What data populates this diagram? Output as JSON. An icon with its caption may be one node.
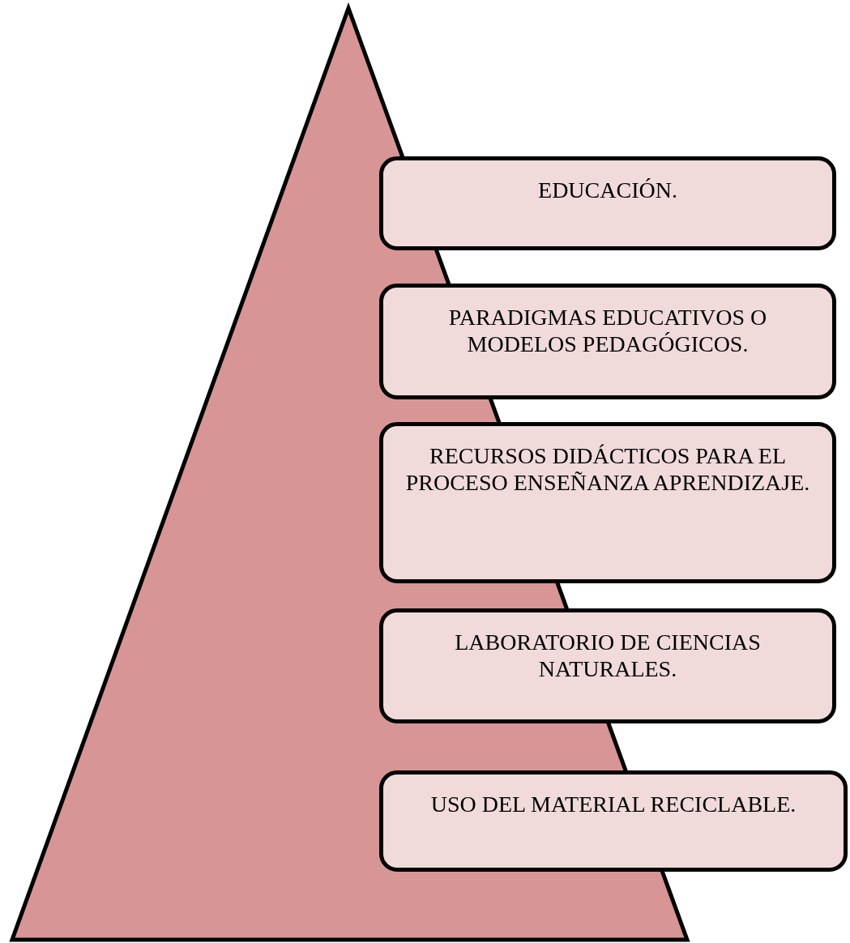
{
  "diagram": {
    "nodes": [
      {
        "text": [
          "EDUCACIÓN."
        ]
      },
      {
        "text": [
          "PARADIGMAS EDUCATIVOS O MODELOS PEDAGÓGICOS."
        ]
      },
      {
        "text": [
          "RECURSOS DIDÁCTICOS PARA EL PROCESO ENSEÑANZA APRENDIZAJE."
        ]
      },
      {
        "text": [
          "LABORATORIO DE CIENCIAS NATURALES."
        ]
      },
      {
        "text": [
          "USO DEL MATERIAL RECICLABLE."
        ]
      }
    ]
  }
}
